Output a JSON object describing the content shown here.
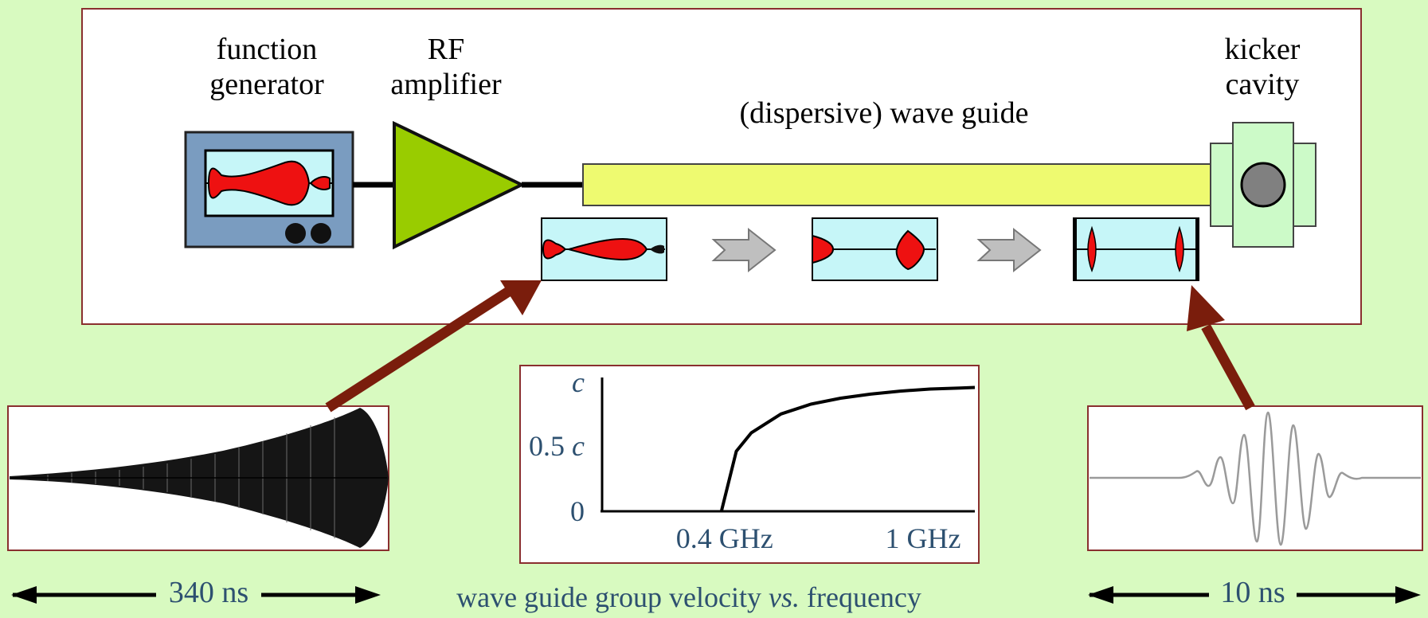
{
  "labels": {
    "function_generator": [
      "function",
      "generator"
    ],
    "rf_amplifier": [
      "RF",
      "amplifier"
    ],
    "wave_guide": "(dispersive) wave guide",
    "kicker_cavity": [
      "kicker",
      "cavity"
    ]
  },
  "bottom": {
    "left_duration": "340 ns",
    "right_duration": "10 ns",
    "caption_pre": "wave guide group velocity ",
    "caption_em": "vs.",
    "caption_post": " frequency"
  },
  "chart_data": {
    "type": "line",
    "title": "",
    "xlabel": "",
    "ylabel": "",
    "x_tick_labels": [
      "0.4 GHz",
      "1 GHz"
    ],
    "y_tick_labels": [
      "0",
      "0.5 c",
      "c"
    ],
    "xlim": [
      0,
      1.25
    ],
    "ylim": [
      0,
      1
    ],
    "series": [
      {
        "x": [
          0.4,
          0.45,
          0.5,
          0.6,
          0.7,
          0.8,
          0.9,
          1.0,
          1.1,
          1.2,
          1.25
        ],
        "y": [
          0.0,
          0.46,
          0.6,
          0.745,
          0.82,
          0.866,
          0.897,
          0.92,
          0.936,
          0.944,
          0.948
        ]
      }
    ],
    "colors": {
      "line": "#000000"
    }
  },
  "colors": {
    "background": "#d8fac0",
    "panel_border": "#8a2f2f",
    "generator_body": "#7a9cc0",
    "screen": "#c6f6f8",
    "amplifier": "#99cc00",
    "waveguide": "#eefa70",
    "cavity": "#ccfac8",
    "pulse": "#ee1111",
    "big_arrow": "#7a1d0c",
    "grey_arrow": "#bfbfbf",
    "text_teal": "#2d5070"
  }
}
